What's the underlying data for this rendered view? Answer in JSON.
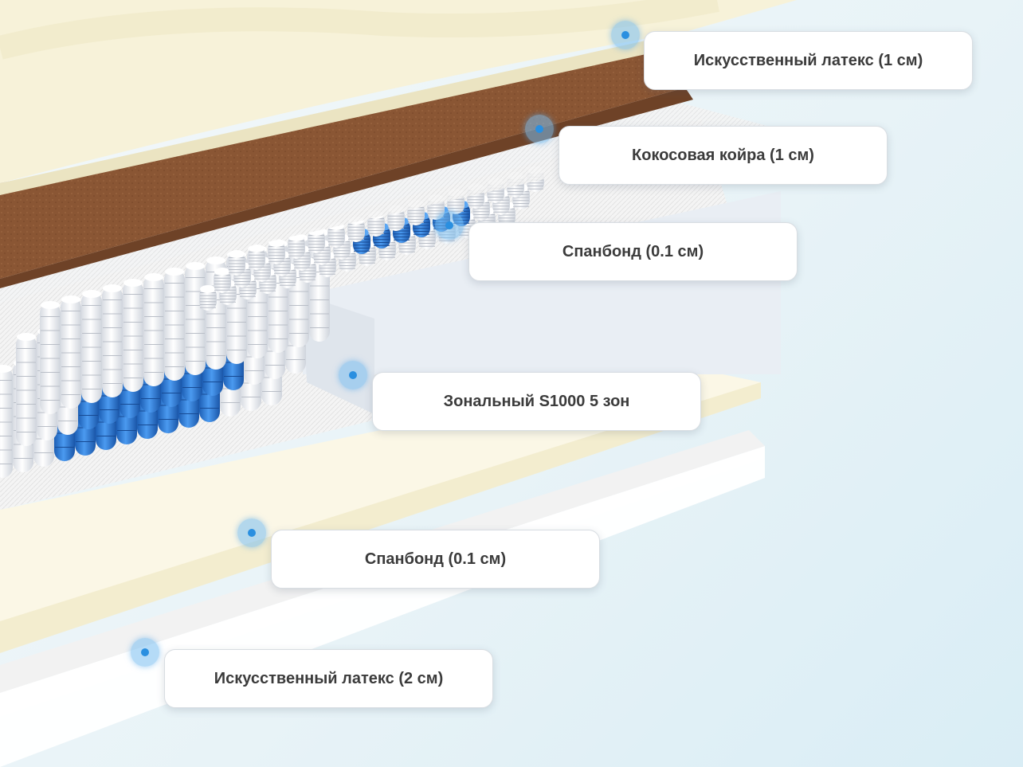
{
  "layers": [
    {
      "label": "Искусственный латекс (1 см)"
    },
    {
      "label": "Кокосовая койра (1 см)"
    },
    {
      "label": "Спанбонд (0.1 см)"
    },
    {
      "label": "Зональный S1000 5 зон"
    },
    {
      "label": "Спанбонд (0.1 см)"
    },
    {
      "label": "Искусственный латекс (2 см)"
    }
  ],
  "colors": {
    "latex": "#f7f2d9",
    "coir": "#8a5634",
    "spunbond": "#f1f1f1",
    "spring_white": "#f2f4f7",
    "spring_blue": "#2f7fdc",
    "marker": "#2a8fe0"
  }
}
